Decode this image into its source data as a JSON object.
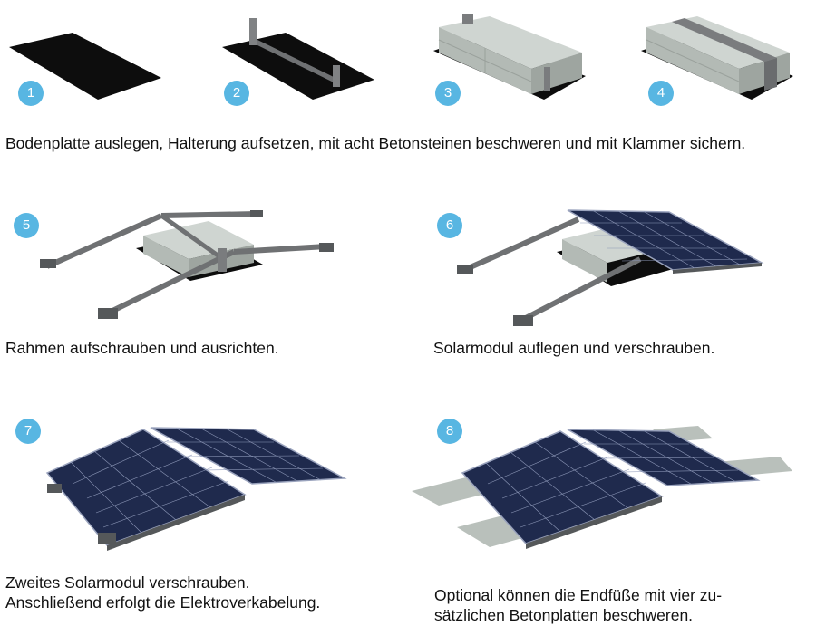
{
  "steps": [
    {
      "number": "1"
    },
    {
      "number": "2"
    },
    {
      "number": "3"
    },
    {
      "number": "4"
    },
    {
      "number": "5"
    },
    {
      "number": "6"
    },
    {
      "number": "7"
    },
    {
      "number": "8"
    }
  ],
  "captions": {
    "row1": "Bodenplatte auslegen, Halterung aufsetzen, mit acht Betonsteinen beschweren und mit Klammer sichern.",
    "step5": "Rahmen aufschrauben und ausrichten.",
    "step6": "Solarmodul auflegen und verschrauben.",
    "step7_line1": "Zweites Solarmodul verschrauben.",
    "step7_line2": "Anschließend erfolgt die Elektroverkabelung.",
    "step8_line1": "Optional können die Endfüße mit vier zu-",
    "step8_line2": "sätzlichen Betonplatten beschweren."
  },
  "colors": {
    "badge": "#58b6e2",
    "base_plate": "#0d0d0d",
    "bracket": "#6f7173",
    "concrete": "#b9c0bb",
    "panel": "#1f2a4d",
    "panel_grid": "#8d98b8"
  }
}
